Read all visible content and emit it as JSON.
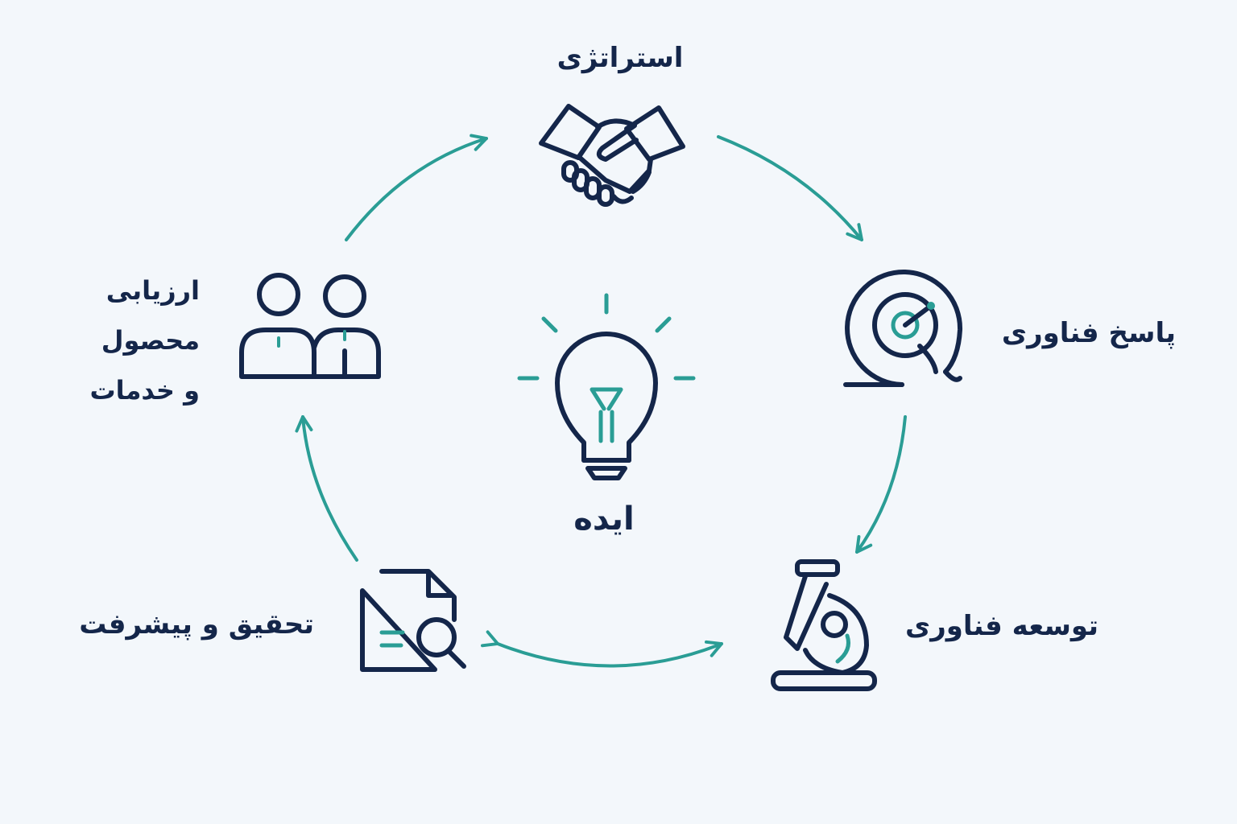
{
  "colors": {
    "background": "#f3f7fb",
    "navy": "#14264a",
    "teal": "#2a9d95"
  },
  "center": {
    "label": "ایده",
    "icon": "lightbulb-icon"
  },
  "stages": [
    {
      "id": "strategy",
      "label": "استراتژی",
      "icon": "handshake-icon"
    },
    {
      "id": "tech-response",
      "label": "پاسخ فناوری",
      "icon": "target-icon"
    },
    {
      "id": "tech-dev",
      "label": "توسعه فناوری",
      "icon": "microscope-icon"
    },
    {
      "id": "rnd",
      "label": "تحقیق و پیشرفت",
      "icon": "document-search-icon"
    },
    {
      "id": "evaluation",
      "label_lines": [
        "ارزیابی",
        "محصول",
        "و خدمات"
      ],
      "icon": "users-icon"
    }
  ]
}
